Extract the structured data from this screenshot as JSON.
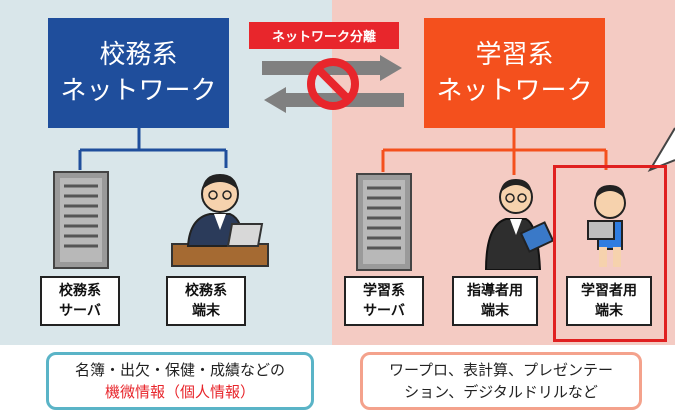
{
  "left_network": {
    "line1": "校務系",
    "line2": "ネットワーク"
  },
  "right_network": {
    "line1": "学習系",
    "line2": "ネットワーク"
  },
  "separation_label": "ネットワーク分離",
  "left_nodes": [
    {
      "line1": "校務系",
      "line2": "サーバ"
    },
    {
      "line1": "校務系",
      "line2": "端末"
    }
  ],
  "right_nodes": [
    {
      "line1": "学習系",
      "line2": "サーバ"
    },
    {
      "line1": "指導者用",
      "line2": "端末"
    },
    {
      "line1": "学習者用",
      "line2": "端末"
    }
  ],
  "left_info": {
    "line1": "名簿・出欠・保健・成績などの",
    "line2": "機微情報（個人情報）"
  },
  "right_info": {
    "line1": "ワープロ、表計算、プレゼンテー",
    "line2": "ション、デジタルドリルなど"
  },
  "colors": {
    "left_net": "#1f4e9c",
    "right_net": "#f4501d",
    "alert": "#e8262c"
  },
  "icons": [
    "server-icon",
    "teacher-laptop-icon",
    "teacher-tablet-icon",
    "student-tablet-icon",
    "prohibited-icon",
    "arrow-right-icon",
    "arrow-left-icon",
    "speech-bubble-icon"
  ]
}
